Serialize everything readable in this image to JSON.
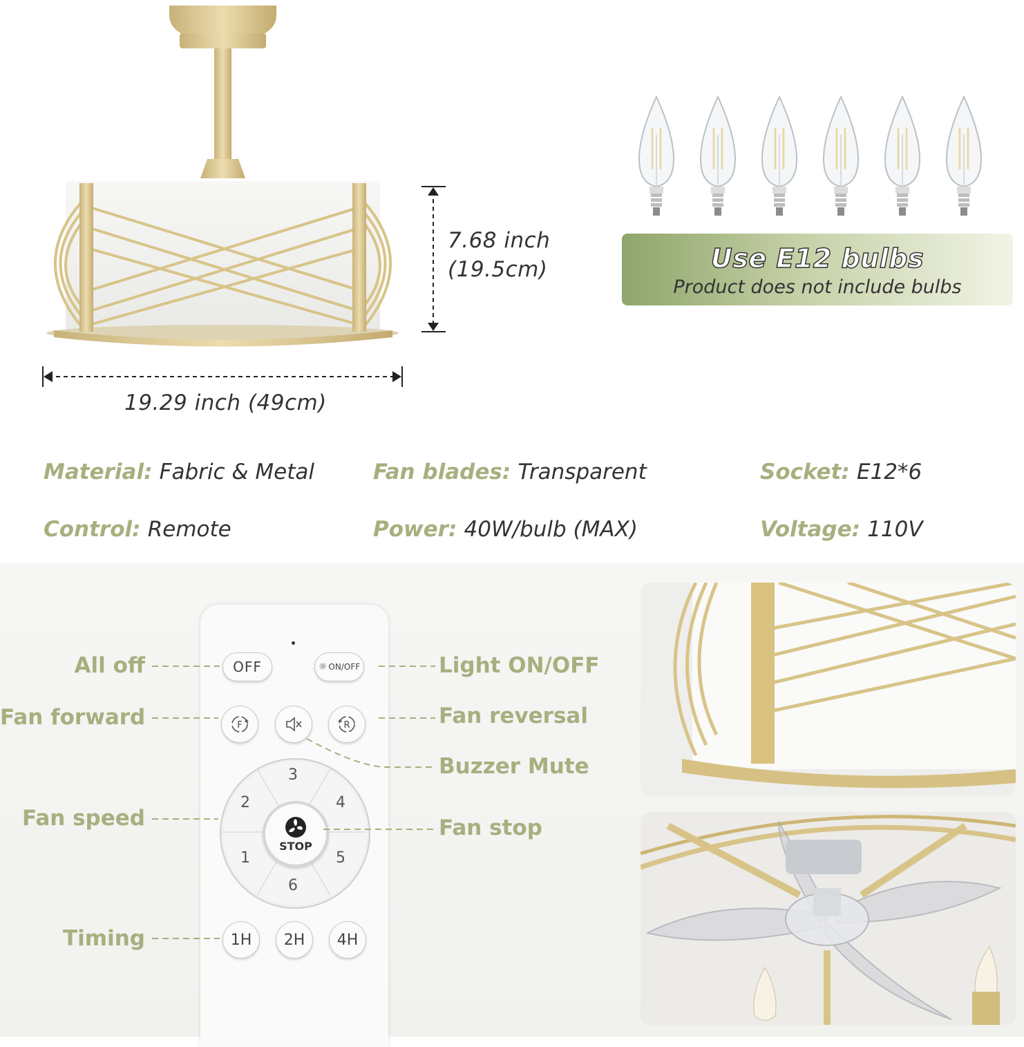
{
  "dimensions": {
    "height_inch": "7.68 inch",
    "height_cm": "(19.5cm)",
    "width": "19.29 inch (49cm)"
  },
  "bulbs": {
    "count": 6,
    "banner_title": "Use E12 bulbs",
    "banner_subtitle": "Product does not include bulbs"
  },
  "specs": {
    "material": {
      "label": "Material:",
      "value": "Fabric & Metal"
    },
    "fan_blades": {
      "label": "Fan blades:",
      "value": "Transparent"
    },
    "socket": {
      "label": "Socket:",
      "value": "E12*6"
    },
    "control": {
      "label": "Control:",
      "value": "Remote"
    },
    "power": {
      "label": "Power:",
      "value": "40W/bulb (MAX)"
    },
    "voltage": {
      "label": "Voltage:",
      "value": "110V"
    }
  },
  "remote": {
    "labels": {
      "all_off": "All off",
      "light_onoff": "Light ON/OFF",
      "fan_forward": "Fan forward",
      "fan_reversal": "Fan reversal",
      "buzzer_mute": "Buzzer Mute",
      "fan_speed": "Fan speed",
      "fan_stop": "Fan stop",
      "timing": "Timing"
    },
    "buttons": {
      "off": "OFF",
      "onoff": "ON/OFF",
      "forward": "F",
      "reverse": "R",
      "stop": "STOP",
      "speeds": [
        "1",
        "2",
        "3",
        "4",
        "5",
        "6"
      ],
      "timers": [
        "1H",
        "2H",
        "4H"
      ]
    }
  },
  "colors": {
    "accent_green": "#a6b07f",
    "gold": "#d8c489",
    "text_dark": "#333333"
  }
}
